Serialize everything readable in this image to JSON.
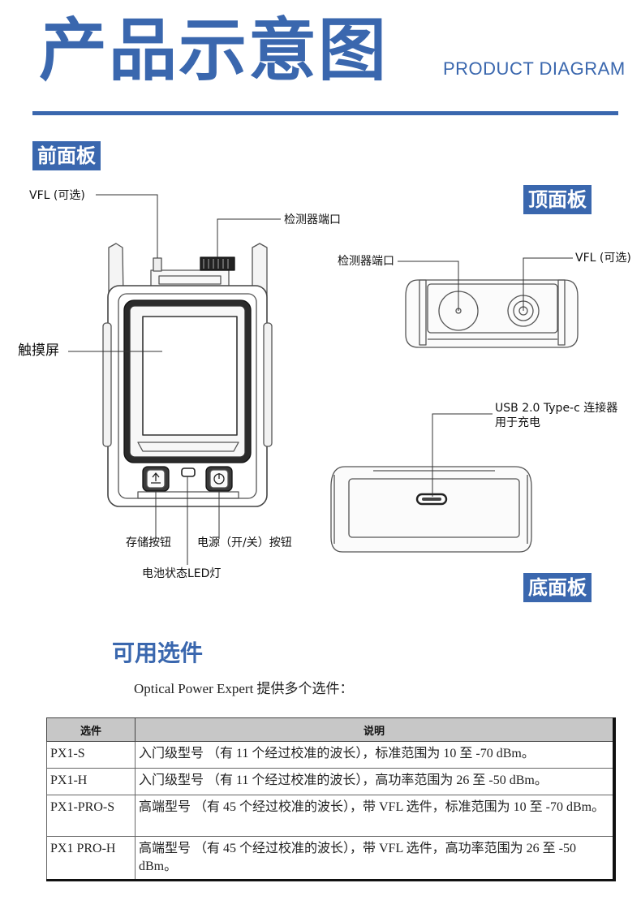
{
  "header": {
    "title_zh": "产品示意图",
    "title_en": "PRODUCT DIAGRAM"
  },
  "front_panel": {
    "tag": "前面板",
    "labels": {
      "vfl": "VFL (可选)",
      "detector_port": "检测器端口",
      "touchscreen": "触摸屏",
      "save_button": "存储按钮",
      "power_button": "电源（开/关）按钮",
      "battery_led": "电池状态LED灯"
    }
  },
  "top_panel": {
    "tag": "顶面板",
    "labels": {
      "detector_port": "检测器端口",
      "vfl": "VFL (可选)"
    }
  },
  "bottom_panel": {
    "tag": "底面板",
    "labels": {
      "usb_line1": "USB  2.0 Type-c 连接器",
      "usb_line2": "用于充电"
    }
  },
  "options": {
    "heading": "可用选件",
    "intro": "Optical Power Expert 提供多个选件：",
    "columns": [
      "选件",
      "说明"
    ],
    "rows": [
      {
        "option": "PX1-S",
        "desc": "入门级型号 （有 11 个经过校准的波长），标准范围为 10 至 -70 dBm。"
      },
      {
        "option": "PX1-H",
        "desc": "入门级型号 （有 11 个经过校准的波长），高功率范围为 26 至 -50 dBm。"
      },
      {
        "option": "PX1-PRO-S",
        "desc": "高端型号 （有 45 个经过校准的波长），带 VFL 选件，标准范围为 10 至 -70 dBm。"
      },
      {
        "option": "PX1 PRO-H",
        "desc": "高端型号 （有 45 个经过校准的波长），带 VFL 选件，高功率范围为 26 至 -50 dBm。"
      }
    ]
  },
  "colors": {
    "accent": "#3a67ae"
  }
}
